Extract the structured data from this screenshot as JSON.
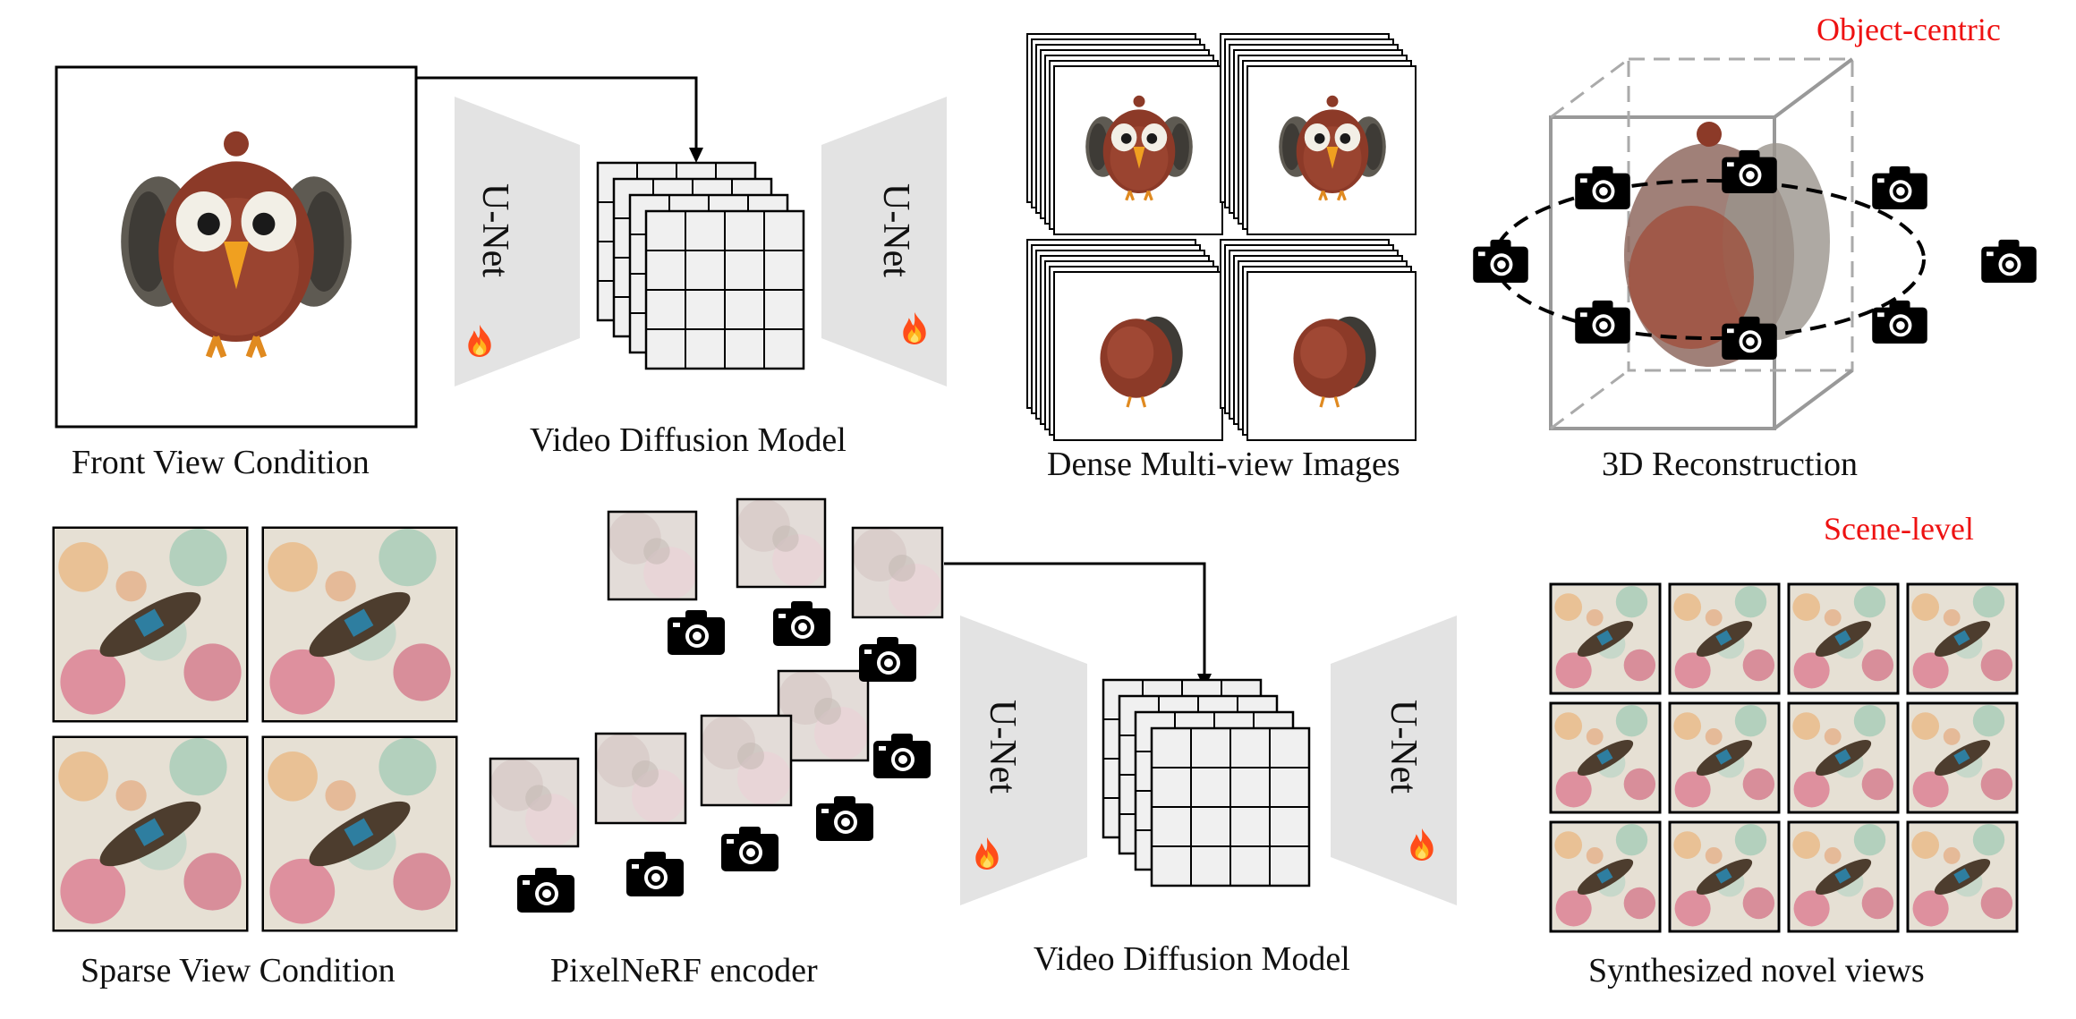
{
  "labels": {
    "object_centric": "Object-centric",
    "scene_level": "Scene-level",
    "front_view": "Front View Condition",
    "vdm_top": "Video Diffusion Model",
    "dense_multiview": "Dense Multi-view Images",
    "reconstruction": "3D Reconstruction",
    "sparse_view": "Sparse View Condition",
    "pixelnerf": "PixelNeRF encoder",
    "vdm_bottom": "Video Diffusion Model",
    "novel_views": "Synthesized novel views"
  },
  "unet_label": "U-Net",
  "icons": {
    "camera": "camera-icon",
    "fire": "fire-icon"
  },
  "colors": {
    "accent_red": "#ee1111",
    "unet_gray": "#e3e3e3",
    "turkey_body": "#8c3a28",
    "boat": "#5a4a3a"
  }
}
